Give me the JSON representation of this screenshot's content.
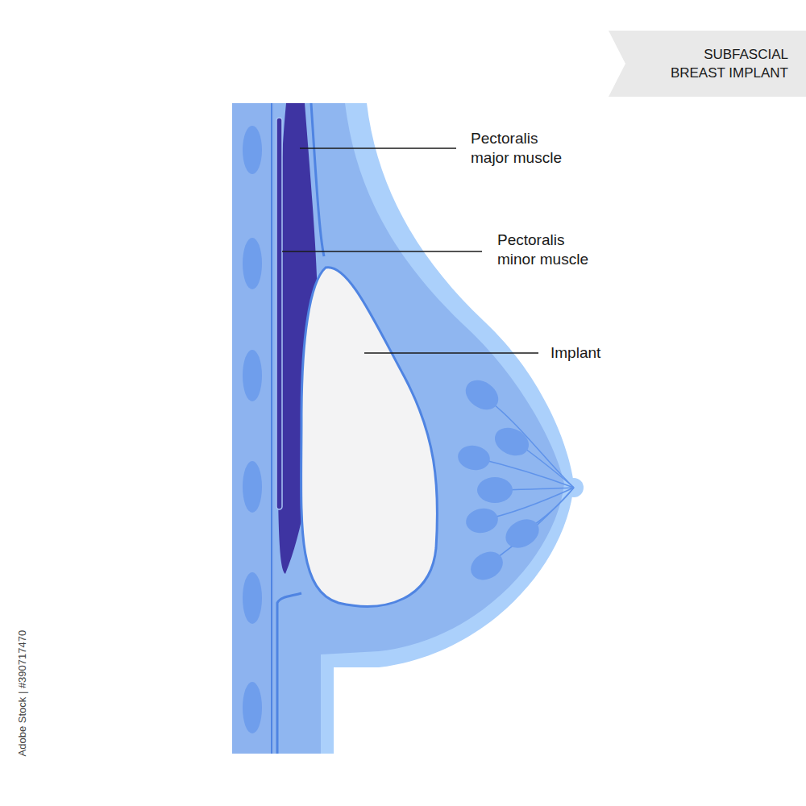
{
  "diagram": {
    "title": "SUBFASCIAL BREAST IMPLANT",
    "labels": [
      "Pectoralis major muscle",
      "Pectoralis minor muscle",
      "Implant",
      "Adobe Stock | #390717470"
    ]
  }
}
